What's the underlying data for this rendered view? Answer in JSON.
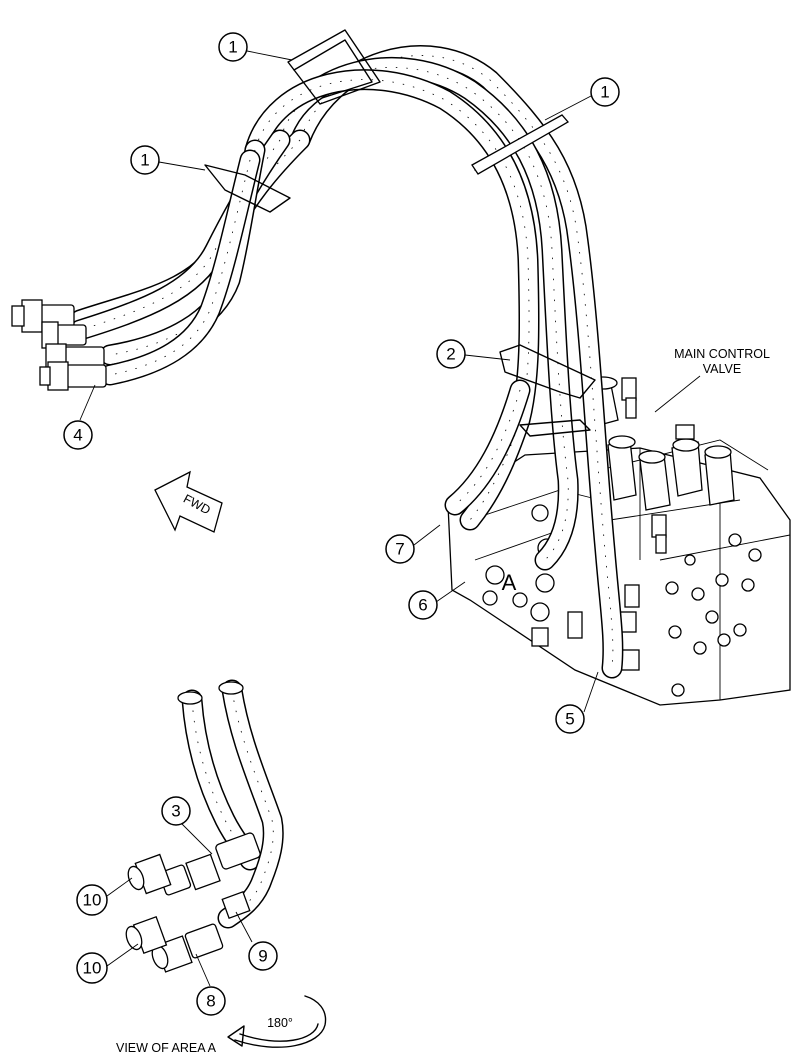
{
  "labels": {
    "main_valve_line1": "MAIN CONTROL",
    "main_valve_line2": "VALVE",
    "area_marker": "A",
    "fwd_arrow": "FWD",
    "rotation": "180°",
    "view_caption": "VIEW OF AREA A"
  },
  "callouts": [
    {
      "id": "c1a",
      "text": "1"
    },
    {
      "id": "c1b",
      "text": "1"
    },
    {
      "id": "c1c",
      "text": "1"
    },
    {
      "id": "c2",
      "text": "2"
    },
    {
      "id": "c4",
      "text": "4"
    },
    {
      "id": "c7",
      "text": "7"
    },
    {
      "id": "c6",
      "text": "6"
    },
    {
      "id": "c5",
      "text": "5"
    },
    {
      "id": "c3",
      "text": "3"
    },
    {
      "id": "c10a",
      "text": "10"
    },
    {
      "id": "c10b",
      "text": "10"
    },
    {
      "id": "c9",
      "text": "9"
    },
    {
      "id": "c8",
      "text": "8"
    }
  ]
}
